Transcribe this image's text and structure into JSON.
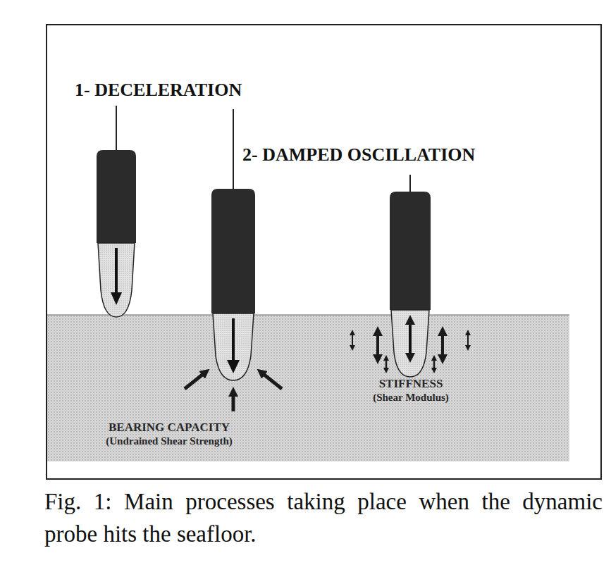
{
  "diagram": {
    "caption": "Fig. 1: Main processes taking place when the dynamic probe hits the seafloor.",
    "nodes": [
      {
        "text": [
          "BEARING CAPACITY",
          "(Undrained Shear Strength)",
          "STIFFNESS",
          "(Shear Modulus)"
        ]
      }
    ],
    "labels": [
      "1- DECELERATION",
      "2- DAMPED OSCILLATION"
    ]
  }
}
